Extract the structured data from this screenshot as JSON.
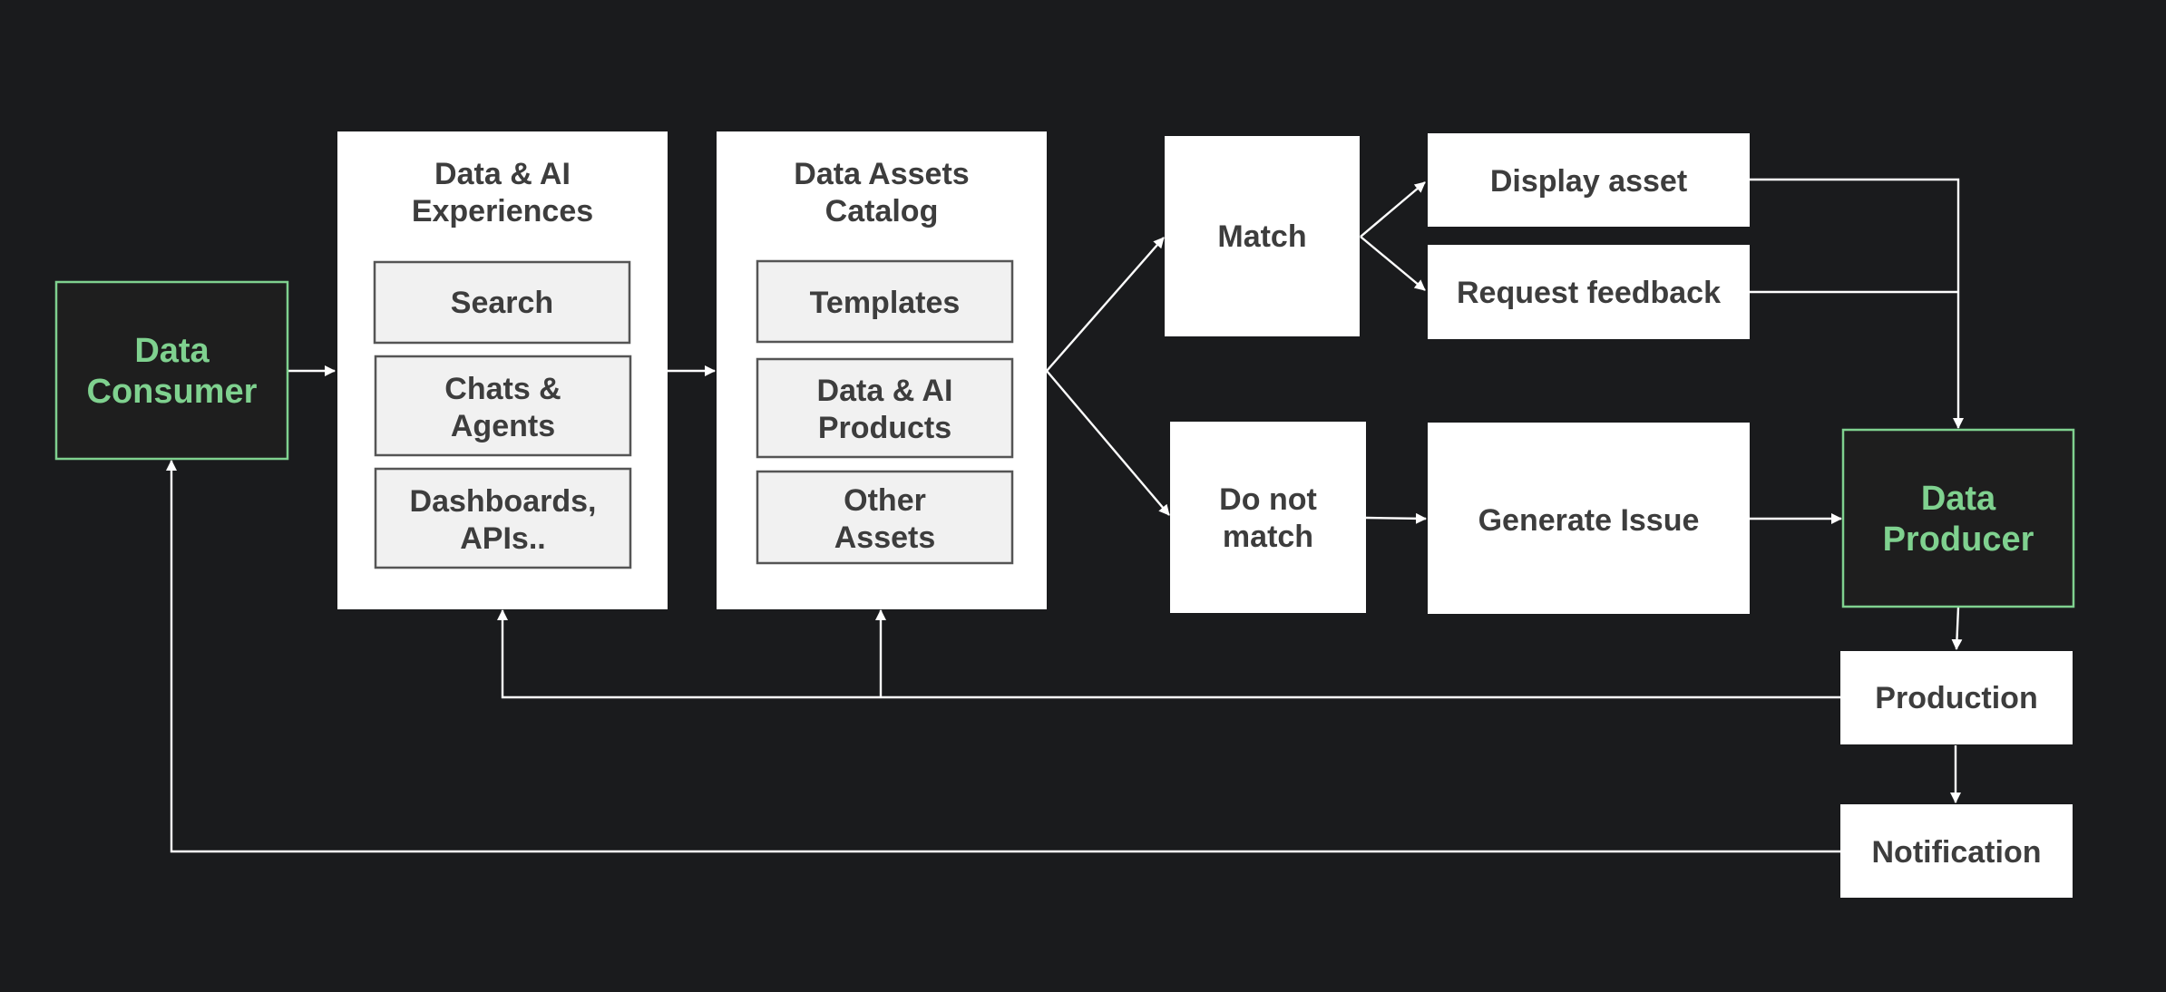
{
  "nodes": {
    "data_consumer": {
      "lines": [
        "Data",
        "Consumer"
      ]
    },
    "experiences": {
      "lines": [
        "Data & AI",
        "Experiences"
      ],
      "items": [
        {
          "lines": [
            "Search"
          ]
        },
        {
          "lines": [
            "Chats &",
            "Agents"
          ]
        },
        {
          "lines": [
            "Dashboards,",
            "APIs.."
          ]
        }
      ]
    },
    "catalog": {
      "lines": [
        "Data Assets",
        "Catalog"
      ],
      "items": [
        {
          "lines": [
            "Templates"
          ]
        },
        {
          "lines": [
            "Data & AI",
            "Products"
          ]
        },
        {
          "lines": [
            "Other",
            "Assets"
          ]
        }
      ]
    },
    "match": {
      "lines": [
        "Match"
      ]
    },
    "do_not_match": {
      "lines": [
        "Do not",
        "match"
      ]
    },
    "display_asset": {
      "lines": [
        "Display asset"
      ]
    },
    "request_feedback": {
      "lines": [
        "Request feedback"
      ]
    },
    "generate_issue": {
      "lines": [
        "Generate Issue"
      ]
    },
    "data_producer": {
      "lines": [
        "Data",
        "Producer"
      ]
    },
    "production": {
      "lines": [
        "Production"
      ]
    },
    "notification": {
      "lines": [
        "Notification"
      ]
    }
  },
  "colors": {
    "background": "#1a1b1d",
    "box_fill": "#ffffff",
    "inner_box_fill": "#f1f1f1",
    "text": "#3d3d3d",
    "accent_green": "#7fd18f",
    "edge": "#ffffff"
  }
}
